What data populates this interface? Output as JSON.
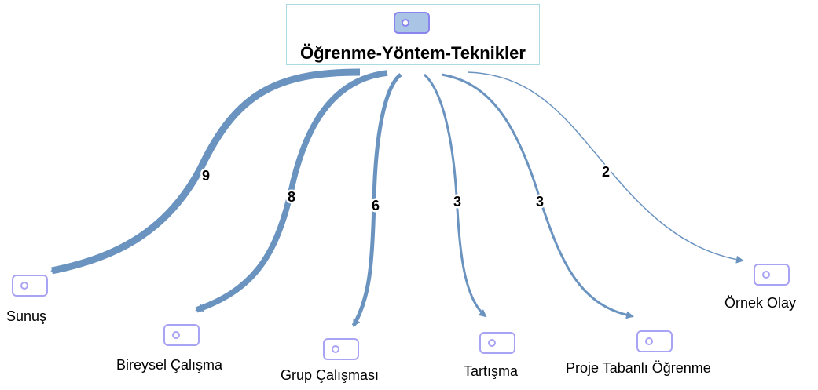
{
  "root": {
    "label": "Öğrenme-Yöntem-Teknikler",
    "icon": "tag-icon"
  },
  "colors": {
    "edge": "#6a93c0",
    "icon_stroke": "#a9a3f3",
    "root_icon_fill": "#aac4e6",
    "root_icon_stroke": "#8a84ee",
    "root_border": "#a9dbe3"
  },
  "nodes": [
    {
      "id": "sunus",
      "label": "Sunuş",
      "weight": "9"
    },
    {
      "id": "bireysel",
      "label": "Bireysel Çalışma",
      "weight": "8"
    },
    {
      "id": "grup",
      "label": "Grup Çalışması",
      "weight": "6"
    },
    {
      "id": "tartisma",
      "label": "Tartışma",
      "weight": "3"
    },
    {
      "id": "proje",
      "label": "Proje Tabanlı Öğrenme",
      "weight": "3"
    },
    {
      "id": "ornek",
      "label": "Örnek Olay",
      "weight": "2"
    }
  ]
}
